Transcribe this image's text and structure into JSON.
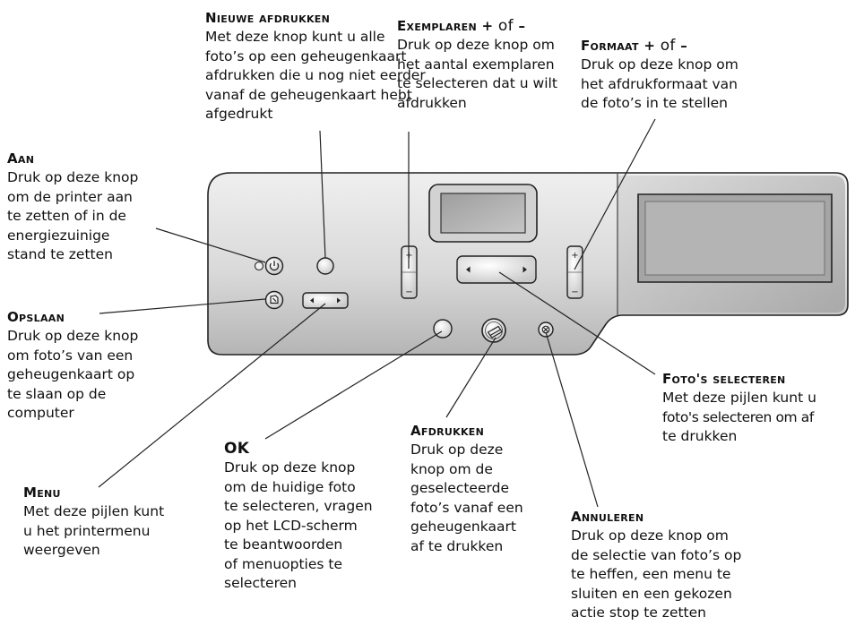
{
  "callouts": {
    "nieuwe_afdrukken": {
      "title": "Nieuwe afdrukken",
      "lines": [
        "Met deze knop kunt u alle",
        "foto’s op een geheugenkaart",
        "afdrukken die u nog niet eerder",
        "vanaf de geheugenkaart hebt",
        "afgedrukt"
      ]
    },
    "exemplaren": {
      "title": "Exemplaren",
      "suffix_plus": "+",
      "suffix_of": "of",
      "suffix_minus": "–",
      "lines": [
        "Druk op deze knop om",
        "het aantal exemplaren",
        "te selecteren dat u wilt",
        "afdrukken"
      ]
    },
    "formaat": {
      "title": "Formaat",
      "suffix_plus": "+",
      "suffix_of": "of",
      "suffix_minus": "–",
      "lines": [
        "Druk op deze knop om",
        "het afdrukformaat van",
        "de foto’s in te stellen"
      ]
    },
    "aan": {
      "title": "Aan",
      "lines": [
        "Druk op deze knop",
        "om de printer aan",
        "te zetten of in de",
        "energiezuinige",
        "stand te zetten"
      ]
    },
    "opslaan": {
      "title": "Opslaan",
      "lines": [
        "Druk op deze knop",
        "om foto’s van een",
        "geheugenkaart op",
        "te slaan op de",
        "computer"
      ]
    },
    "menu": {
      "title": "Menu",
      "lines": [
        "Met deze pijlen kunt",
        "u het printermenu",
        "weergeven"
      ]
    },
    "ok": {
      "title": "OK",
      "lines": [
        "Druk op deze knop",
        "om de huidige foto",
        "te selecteren, vragen",
        "op het LCD-scherm",
        "te beantwoorden",
        "of menuopties te",
        "selecteren"
      ]
    },
    "afdrukken": {
      "title": "Afdrukken",
      "lines": [
        "Druk op deze",
        "knop om de",
        "geselecteerde",
        "foto’s vanaf een",
        "geheugenkaart",
        "af te drukken"
      ]
    },
    "fotos_selecteren": {
      "title": "Foto's selecteren",
      "lines": [
        "Met deze pijlen kunt u",
        "foto's selecteren om af",
        "te drukken"
      ]
    },
    "annuleren": {
      "title": "Annuleren",
      "lines": [
        "Druk op deze knop om",
        "de selectie van foto’s op",
        "te heffen, een menu te",
        "sluiten en een gekozen",
        "actie stop te zetten"
      ]
    }
  },
  "panel": {
    "plus_symbol": "+",
    "minus_symbol": "−",
    "colors": {
      "panel_light": "#e8e8e8",
      "panel_dark": "#b9b9b9",
      "outline": "#222222",
      "lcd": "#b0b0b0"
    }
  }
}
